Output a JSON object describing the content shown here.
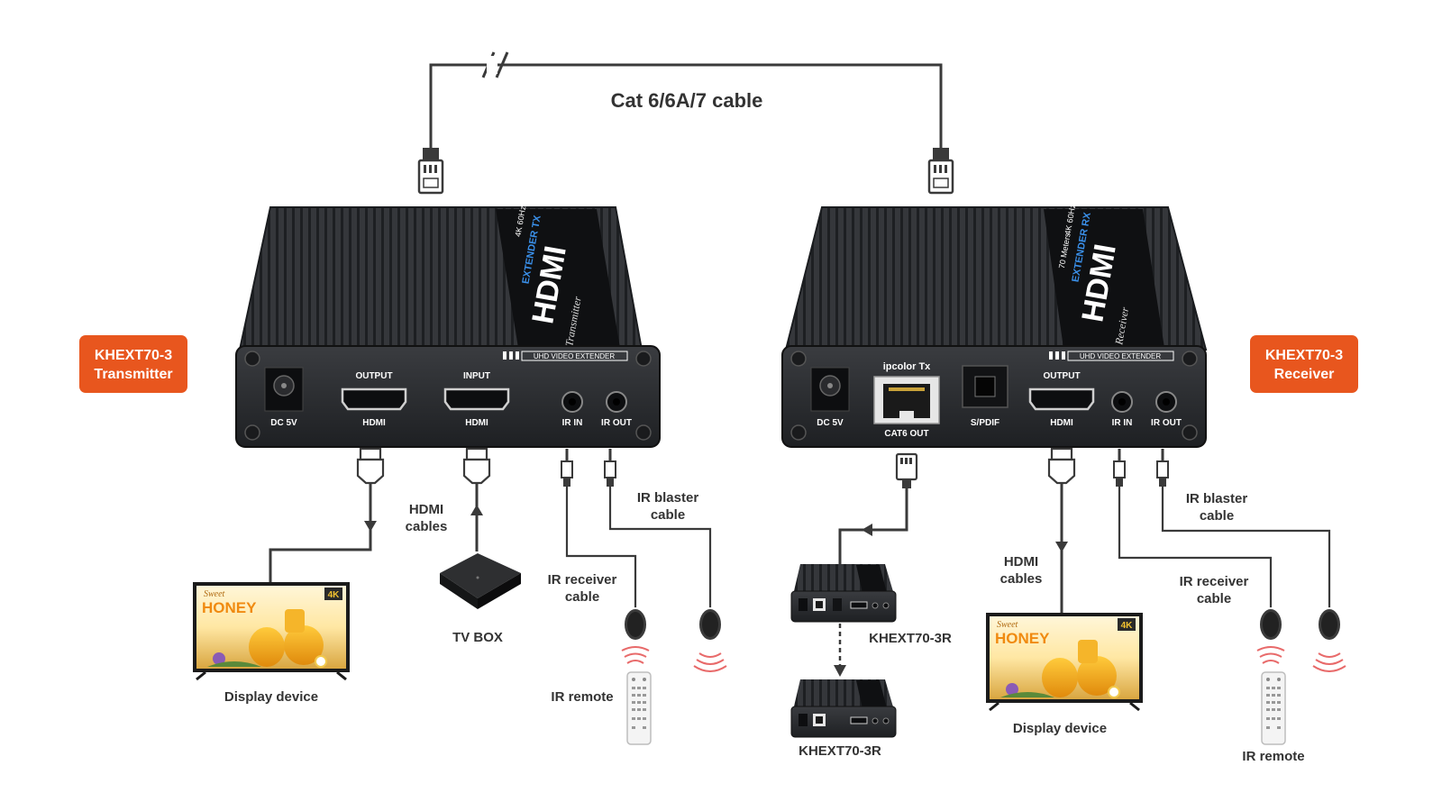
{
  "cable": {
    "label": "Cat 6/6A/7 cable"
  },
  "transmitter": {
    "badge_line1": "KHEXT70-3",
    "badge_line2": "Transmitter",
    "model_text": "Transmitter",
    "brand": "HDMI",
    "tag": "EXTENDER TX",
    "res": "4K 60Hz",
    "strip": "UHD VIDEO EXTENDER",
    "ports": {
      "dc": "DC 5V",
      "out_top": "OUTPUT",
      "out_bottom": "HDMI",
      "in_top": "INPUT",
      "in_bottom": "HDMI",
      "ir_in": "IR IN",
      "ir_out": "IR OUT"
    }
  },
  "receiver": {
    "badge_line1": "KHEXT70-3",
    "badge_line2": "Receiver",
    "model_text": "Receiver",
    "brand": "HDMI",
    "tag": "EXTENDER RX",
    "res": "4K 60Hz",
    "distance": "70 Meters",
    "strip": "UHD VIDEO EXTENDER",
    "ports": {
      "dc": "DC 5V",
      "cat_top": "ipcolor Tx",
      "cat_bottom": "CAT6 OUT",
      "spdif": "S/PDIF",
      "out_top": "OUTPUT",
      "out_bottom": "HDMI",
      "ir_in": "IR IN",
      "ir_out": "IR OUT"
    }
  },
  "left_labels": {
    "hdmi_cables_1": "HDMI",
    "hdmi_cables_2": "cables",
    "ir_blaster_1": "IR blaster",
    "ir_blaster_2": "cable",
    "ir_receiver_1": "IR receiver",
    "ir_receiver_2": "cable",
    "tv_box": "TV BOX",
    "display": "Display device",
    "ir_remote": "IR remote"
  },
  "right_labels": {
    "hdmi_cables_1": "HDMI",
    "hdmi_cables_2": "cables",
    "ir_blaster_1": "IR blaster",
    "ir_blaster_2": "cable",
    "ir_receiver_1": "IR receiver",
    "ir_receiver_2": "cable",
    "display": "Display device",
    "ir_remote": "IR remote",
    "cascade_1": "KHEXT70-3R",
    "cascade_2": "KHEXT70-3R"
  },
  "tv_screen": {
    "title_small": "Sweet",
    "title_big": "HONEY",
    "badge": "4K"
  },
  "colors": {
    "accent_orange": "#e8561e",
    "device_body": "#2b2d30",
    "cable": "#3a3a3a"
  }
}
